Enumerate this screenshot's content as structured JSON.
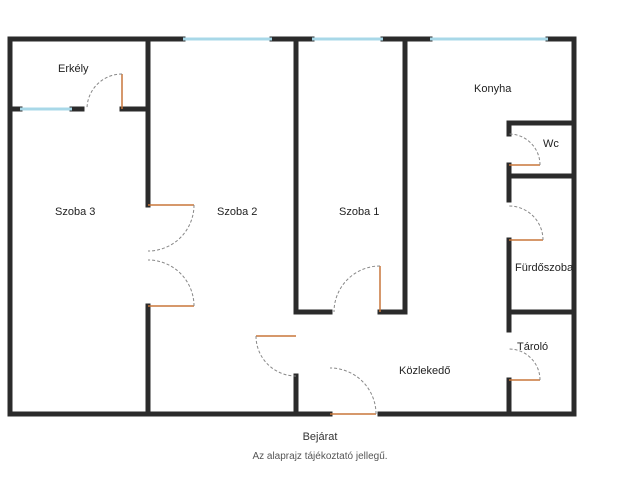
{
  "rooms": {
    "erkely": "Erkély",
    "szoba3": "Szoba 3",
    "szoba2": "Szoba 2",
    "szoba1": "Szoba 1",
    "konyha": "Konyha",
    "wc": "Wc",
    "furdoszoba": "Fürdőszoba",
    "tarolo": "Tároló",
    "kozlekedo": "Közlekedő"
  },
  "entrance_label": "Bejárat",
  "disclaimer": "Az alaprajz tájékoztató jellegű.",
  "colors": {
    "wall": "#2b2b2b",
    "window": "#a8d8e8",
    "door_leaf": "#c8763a",
    "door_swing": "#888888",
    "text": "#222222"
  }
}
